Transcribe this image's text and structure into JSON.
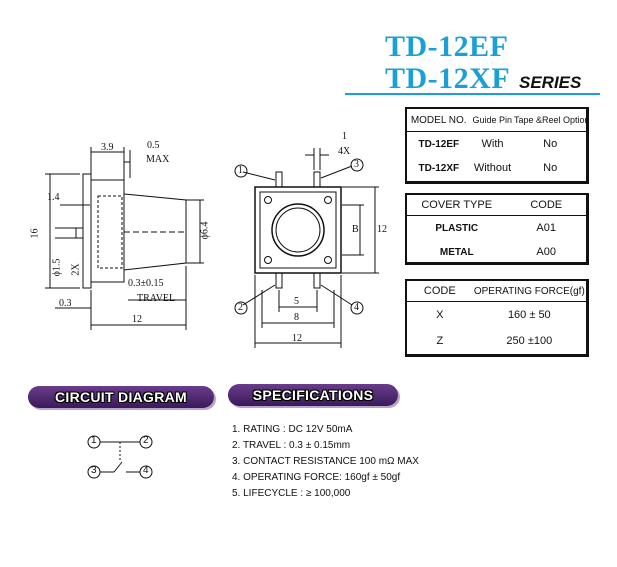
{
  "title": {
    "line1": "TD-12EF",
    "line2": "TD-12XF",
    "series": "SERIES"
  },
  "model_table": {
    "headers": [
      "MODEL NO.",
      "Guide Pin",
      "Tape &Reel Option"
    ],
    "rows": [
      [
        "TD-12EF",
        "With",
        "No"
      ],
      [
        "TD-12XF",
        "Without",
        "No"
      ]
    ]
  },
  "cover_table": {
    "headers": [
      "COVER TYPE",
      "CODE"
    ],
    "rows": [
      [
        "PLASTIC",
        "A01"
      ],
      [
        "METAL",
        "A00"
      ]
    ]
  },
  "force_table": {
    "headers": [
      "CODE",
      "OPERATING FORCE(gf)"
    ],
    "rows": [
      [
        "X",
        "160 ± 50"
      ],
      [
        "Z",
        "250 ±100"
      ]
    ]
  },
  "side_view_dims": {
    "d3_9": "3.9",
    "d0_5": "0.5",
    "max": "MAX",
    "d1_4": "1.4",
    "d16": "16",
    "phi1_5": "ϕ1.5",
    "x2": "2X",
    "phi6_4": "ϕ6.4",
    "travel_val": "0.3±0.15",
    "travel": "TRAVEL",
    "d0_3": "0.3",
    "d12": "12"
  },
  "top_view_dims": {
    "d1": "1",
    "x4": "4X",
    "B": "B",
    "d12r": "12",
    "d5": "5",
    "d8": "8",
    "d12b": "12",
    "p1": "1",
    "p2": "2",
    "p3": "3",
    "p4": "4"
  },
  "circuit": {
    "heading": "CIRCUIT DIAGRAM",
    "n1": "1",
    "n2": "2",
    "n3": "3",
    "n4": "4"
  },
  "specifications": {
    "heading": "SPECIFICATIONS",
    "items": [
      "1. RATING : DC 12V  50mA",
      "2. TRAVEL : 0.3 ± 0.15mm",
      "3. CONTACT  RESISTANCE 100 mΩ MAX",
      "4. OPERATING  FORCE: 160gf ± 50gf",
      "5. LIFECYCLE : ≥ 100,000"
    ]
  },
  "colors": {
    "title_blue": "#1a9fd6",
    "pill_purple": "#4a2a6e",
    "pill_shadow": "#b9a4cc"
  }
}
